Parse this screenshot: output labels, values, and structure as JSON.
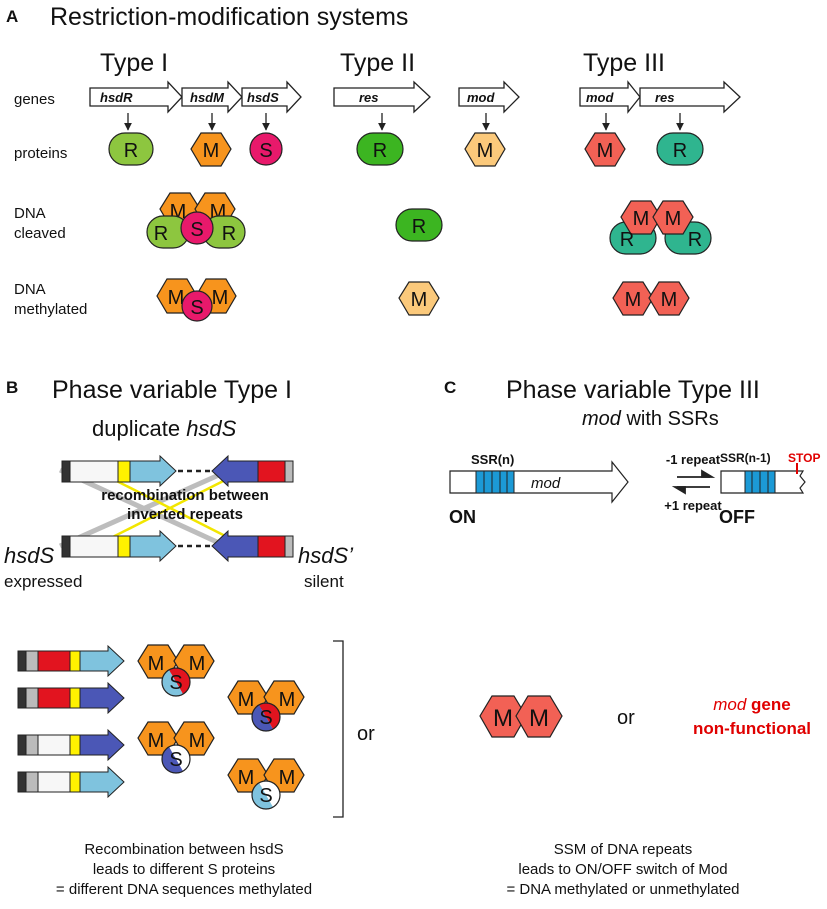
{
  "colors": {
    "r_type1": "#8dc63f",
    "r_type2": "#3cb521",
    "r_type3": "#2fb58f",
    "m_type1": "#f7941d",
    "m_type2": "#fbc97b",
    "m_type3": "#f26155",
    "s_protein": "#e8196b",
    "blue_dark": "#4b57b6",
    "blue_light": "#7fc3de",
    "red_block": "#e2141f",
    "yellow_block": "#fff200",
    "ssr_blue": "#1c9ad6",
    "stop_red": "#e00000"
  },
  "panel_a": {
    "letter": "A",
    "title": "Restriction-modification systems",
    "types": [
      "Type I",
      "Type II",
      "Type III"
    ],
    "row_labels": {
      "genes": "genes",
      "proteins": "proteins",
      "cleaved_1": "DNA",
      "cleaved_2": "cleaved",
      "methylated_1": "DNA",
      "methylated_2": "methylated"
    },
    "genes": [
      "hsdR",
      "hsdM",
      "hsdS",
      "res",
      "mod",
      "mod",
      "res"
    ],
    "proteins": [
      "R",
      "M",
      "S",
      "R",
      "M",
      "M",
      "R"
    ],
    "labels": {
      "R": "R",
      "M": "M",
      "S": "S"
    }
  },
  "panel_b": {
    "letter": "B",
    "title": "Phase variable Type I",
    "subtitle_prefix": "duplicate ",
    "subtitle_gene": "hsdS",
    "recombination_1": "recombination between",
    "recombination_2": "inverted repeats",
    "left_gene": "hsdS",
    "left_state": "expressed",
    "right_gene": "hsdS’",
    "right_state": "silent",
    "or": "or",
    "caption": [
      "Recombination between hsdS",
      "leads to different S proteins",
      "= different DNA sequences methylated"
    ]
  },
  "panel_c": {
    "letter": "C",
    "title": "Phase variable Type III",
    "subtitle_gene": "mod",
    "subtitle_rest": " with SSRs",
    "ssr_on": "SSR(n)",
    "ssr_off": "SSR(n-1)",
    "gene": "mod",
    "stop": "STOP",
    "minus_repeat": "-1 repeat",
    "plus_repeat": "+1 repeat",
    "on": "ON",
    "off": "OFF",
    "or": "or",
    "nonfunc_gene": "mod",
    "nonfunc_word": " gene",
    "nonfunc_line2": "non-functional",
    "caption": [
      "SSM of DNA repeats",
      "leads to ON/OFF switch of Mod",
      "= DNA methylated or unmethylated"
    ]
  }
}
